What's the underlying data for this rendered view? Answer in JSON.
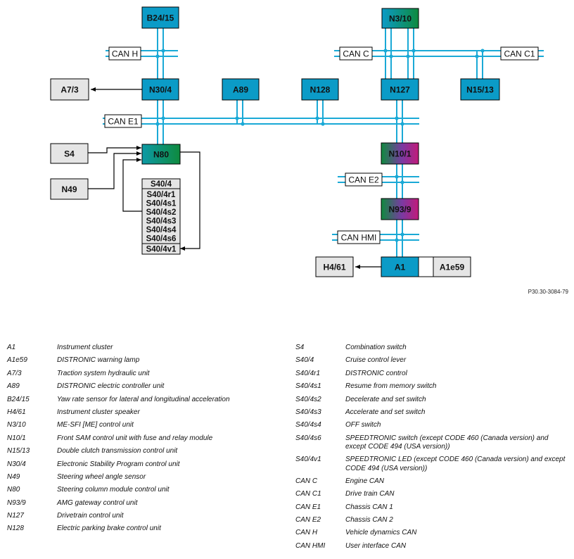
{
  "modules": {
    "B24_15": "B24/15",
    "N3_10": "N3/10",
    "A7_3": "A7/3",
    "N30_4": "N30/4",
    "A89": "A89",
    "N128": "N128",
    "N127": "N127",
    "N15_13": "N15/13",
    "S4": "S4",
    "N80": "N80",
    "N49": "N49",
    "N10_1": "N10/1",
    "N93_9": "N93/9",
    "H4_61": "H4/61",
    "A1": "A1",
    "A1e59": "A1e59"
  },
  "buses": {
    "can_h": "CAN H",
    "can_c": "CAN C",
    "can_c1": "CAN C1",
    "can_e1": "CAN E1",
    "can_e2": "CAN E2",
    "can_hmi": "CAN HMI"
  },
  "switch_stack": [
    "S40/4",
    "S40/4r1",
    "S40/4s1",
    "S40/4s2",
    "S40/4s3",
    "S40/4s4",
    "S40/4s6",
    "S40/4v1"
  ],
  "figure_ref": "P30.30-3084-79",
  "colors": {
    "module_blue": "#0b9bc7",
    "bus_cyan": "#1aa9d6",
    "module_grey": "#e5e5e5",
    "gradient_teal": "#0d9aa6",
    "gradient_green": "#0e8a3e",
    "gradient_purple": "#7a3aa2",
    "gradient_magenta": "#c21b7a"
  },
  "legend_left": [
    {
      "code": "A1",
      "desc": "Instrument cluster"
    },
    {
      "code": "A1e59",
      "desc": "DISTRONIC warning lamp"
    },
    {
      "code": "A7/3",
      "desc": "Traction system hydraulic unit"
    },
    {
      "code": "A89",
      "desc": "DISTRONIC electric controller unit"
    },
    {
      "code": "B24/15",
      "desc": "Yaw rate sensor for lateral and longitudinal acceleration"
    },
    {
      "code": "H4/61",
      "desc": "Instrument cluster speaker"
    },
    {
      "code": "N3/10",
      "desc": "ME-SFI [ME] control unit"
    },
    {
      "code": "N10/1",
      "desc": "Front SAM control unit with fuse and relay module"
    },
    {
      "code": "N15/13",
      "desc": "Double clutch transmission control unit"
    },
    {
      "code": "N30/4",
      "desc": "Electronic Stability Program control unit"
    },
    {
      "code": "N49",
      "desc": "Steering wheel angle sensor"
    },
    {
      "code": "N80",
      "desc": "Steering column module control unit"
    },
    {
      "code": "N93/9",
      "desc": "AMG gateway control unit"
    },
    {
      "code": "N127",
      "desc": "Drivetrain control unit"
    },
    {
      "code": "N128",
      "desc": "Electric parking brake control unit"
    }
  ],
  "legend_right": [
    {
      "code": "S4",
      "desc": "Combination switch"
    },
    {
      "code": "S40/4",
      "desc": "Cruise control lever"
    },
    {
      "code": "S40/4r1",
      "desc": "DISTRONIC control"
    },
    {
      "code": "S40/4s1",
      "desc": "Resume from memory switch"
    },
    {
      "code": "S40/4s2",
      "desc": "Decelerate and set switch"
    },
    {
      "code": "S40/4s3",
      "desc": "Accelerate and set switch"
    },
    {
      "code": "S40/4s4",
      "desc": "OFF switch"
    },
    {
      "code": "S40/4s6",
      "desc": "SPEEDTRONIC switch (except CODE 460 (Canada version) and except CODE 494 (USA version))"
    },
    {
      "code": "S40/4v1",
      "desc": "SPEEDTRONIC LED (except CODE 460 (Canada version) and except CODE 494 (USA version))"
    },
    {
      "code": "CAN C",
      "desc": "Engine CAN"
    },
    {
      "code": "CAN C1",
      "desc": "Drive train CAN"
    },
    {
      "code": "CAN E1",
      "desc": "Chassis CAN 1"
    },
    {
      "code": "CAN E2",
      "desc": "Chassis CAN 2"
    },
    {
      "code": "CAN H",
      "desc": "Vehicle dynamics CAN"
    },
    {
      "code": "CAN HMI",
      "desc": "User interface CAN"
    }
  ]
}
